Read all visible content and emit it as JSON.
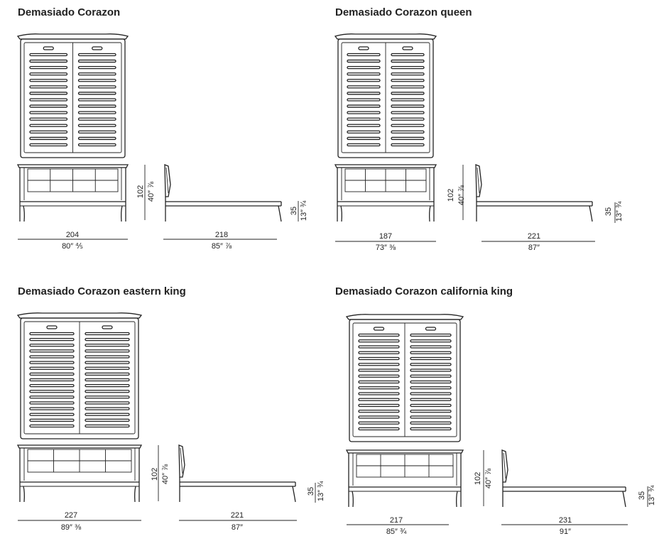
{
  "panels": [
    {
      "title": "Demasiado Corazon",
      "front_width_cm": "204",
      "front_width_in": "80″ ⅘",
      "length_cm": "218",
      "length_in": "85″ ⅞",
      "headboard_height_cm": "102",
      "headboard_height_in": "40″ ⅞",
      "frame_height_cm": "35",
      "frame_height_in": "13″ ¾"
    },
    {
      "title": "Demasiado Corazon queen",
      "front_width_cm": "187",
      "front_width_in": "73″ ⅜",
      "length_cm": "221",
      "length_in": "87″",
      "headboard_height_cm": "102",
      "headboard_height_in": "40″ ⅞",
      "frame_height_cm": "35",
      "frame_height_in": "13″ ¾"
    },
    {
      "title": "Demasiado Corazon eastern king",
      "front_width_cm": "227",
      "front_width_in": "89″ ⅜",
      "length_cm": "221",
      "length_in": "87″",
      "headboard_height_cm": "102",
      "headboard_height_in": "40″ ⅞",
      "frame_height_cm": "35",
      "frame_height_in": "13″ ¾"
    },
    {
      "title": "Demasiado Corazon california king",
      "front_width_cm": "217",
      "front_width_in": "85″ ¾",
      "length_cm": "231",
      "length_in": "91″",
      "headboard_height_cm": "102",
      "headboard_height_in": "40″ ⅞",
      "frame_height_cm": "35",
      "frame_height_in": "13″ ¾"
    }
  ],
  "colors": {
    "ink": "#222222",
    "background": "#ffffff"
  }
}
